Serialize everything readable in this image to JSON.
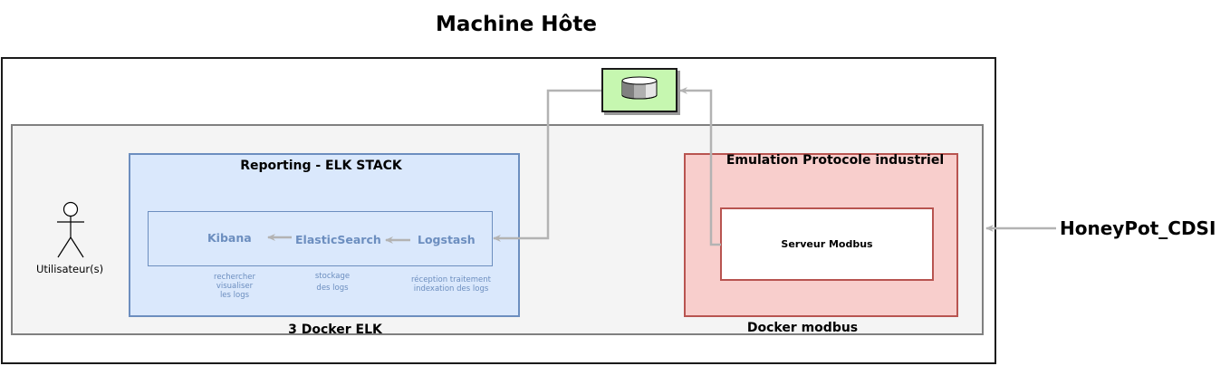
{
  "title": "Machine Hôte",
  "actor": {
    "label": "Utilisateur(s)"
  },
  "elk": {
    "title": "Reporting - ELK STACK",
    "caption": "3 Docker ELK",
    "components": [
      {
        "name": "Kibana",
        "desc": [
          "rechercher",
          "visualiser",
          "les logs"
        ]
      },
      {
        "name": "ElasticSearch",
        "desc": [
          "stockage",
          "des logs"
        ]
      },
      {
        "name": "Logstash",
        "desc": [
          "réception traitement",
          "indexation des logs"
        ]
      }
    ]
  },
  "modbus": {
    "title": "Emulation Protocole industriel",
    "server": "Serveur Modbus",
    "caption": "Docker modbus"
  },
  "external": {
    "label": "HoneyPot_CDSI"
  },
  "colors": {
    "host_border": "#1a1a1a",
    "inner_bg": "#f4f4f4",
    "elk_fill": "#dae8fc",
    "elk_stroke": "#6c8ebf",
    "modbus_fill": "#f8cecc",
    "modbus_stroke": "#b85450",
    "db_fill": "#c6f7b0",
    "connector": "#b3b3b3"
  },
  "icons": {
    "database": "database-icon",
    "actor": "actor-icon"
  }
}
